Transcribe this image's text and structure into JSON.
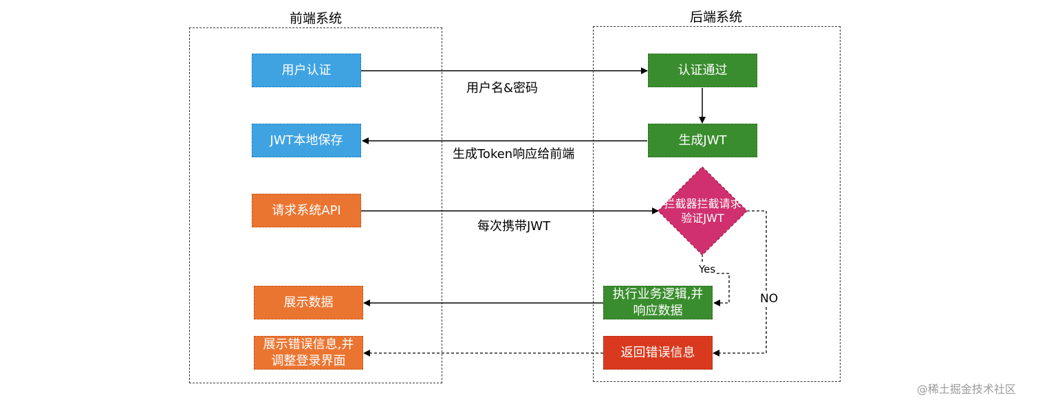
{
  "groups": {
    "frontend_title": "前端系统",
    "backend_title": "后端系统"
  },
  "nodes": {
    "user_auth": "用户认证",
    "jwt_store": "JWT本地保存",
    "request_api": "请求系统API",
    "show_data": "展示数据",
    "show_error_line1": "展示错误信息,并",
    "show_error_line2": "调整登录界面",
    "auth_pass": "认证通过",
    "gen_jwt": "生成JWT",
    "interceptor_line1": "拦截器拦截请求",
    "interceptor_line2": "验证JWT",
    "exec_line1": "执行业务逻辑,并",
    "exec_line2": "响应数据",
    "return_error": "返回错误信息"
  },
  "edges": {
    "username_password": "用户名&密码",
    "token_response": "生成Token响应给前端",
    "carry_jwt": "每次携带JWT",
    "yes": "Yes",
    "no": "NO"
  },
  "watermark": "@稀土掘金技术社区",
  "colors": {
    "blue": "#3fa3e2",
    "green": "#3a8d2e",
    "orange": "#ea7531",
    "red": "#d93a1f",
    "magenta": "#d1306f"
  }
}
